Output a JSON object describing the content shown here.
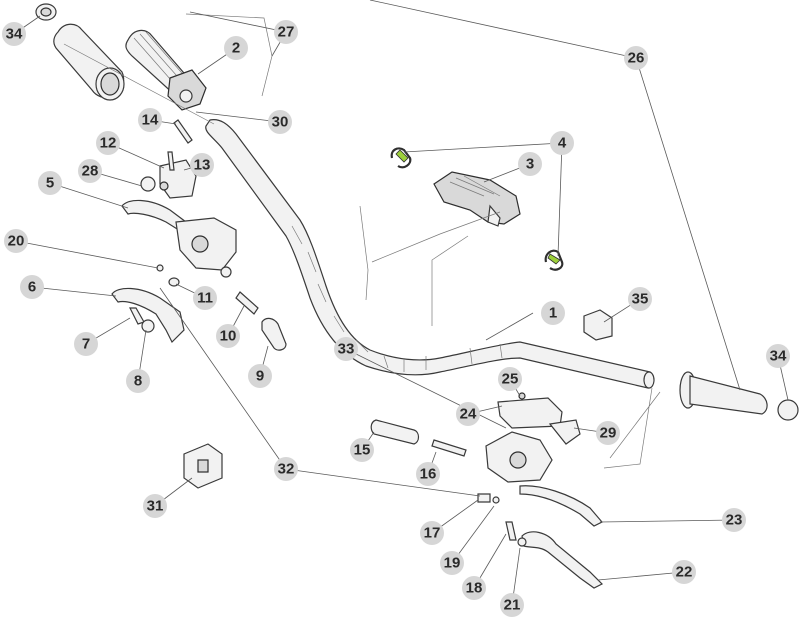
{
  "callouts": [
    "1",
    "2",
    "3",
    "4",
    "5",
    "6",
    "7",
    "8",
    "9",
    "10",
    "11",
    "12",
    "13",
    "14",
    "15",
    "16",
    "17",
    "18",
    "19",
    "20",
    "21",
    "22",
    "23",
    "24",
    "25",
    "26",
    "27",
    "28",
    "29",
    "30",
    "31",
    "32",
    "33",
    "34",
    "35"
  ],
  "colors": {
    "callout_fill": "#d6d6d6",
    "line": "#3a3a3a",
    "clip_accent": "#9ccf3a"
  }
}
